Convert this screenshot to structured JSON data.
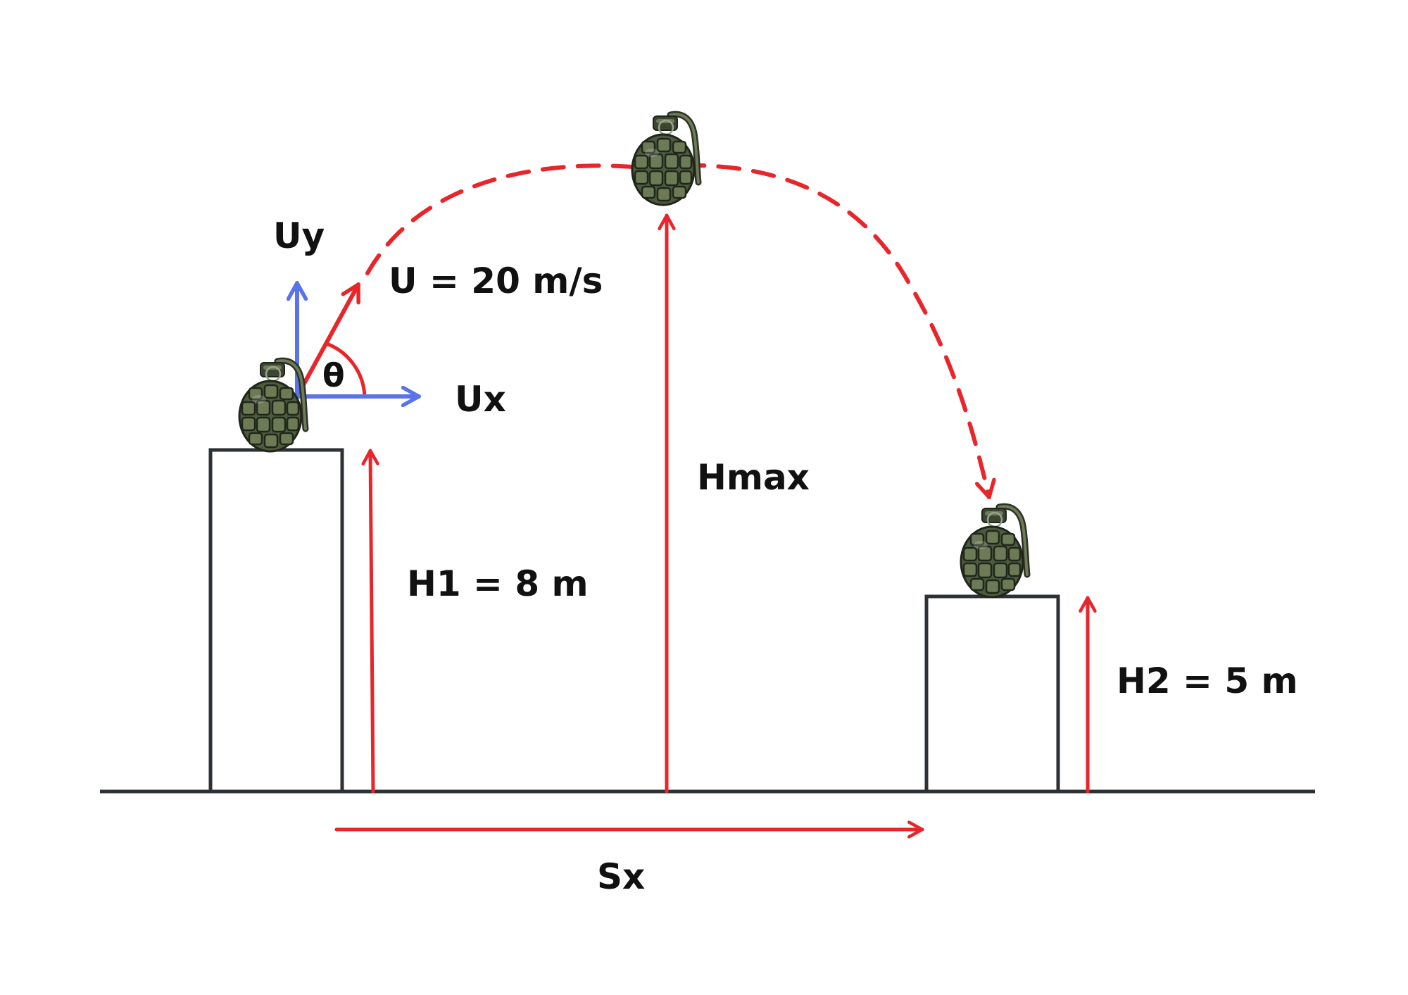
{
  "labels": {
    "uy": "Uy",
    "u": "U = 20 m/s",
    "theta": "θ",
    "ux": "Ux",
    "hmax": "Hmax",
    "h1": "H1 = 8 m",
    "h2": "H2 = 5 m",
    "sx": "Sx"
  },
  "values": {
    "initial_speed_m_s": 20,
    "h1_m": 8,
    "h2_m": 5
  },
  "icons": [
    "grenade-icon",
    "grenade-icon",
    "grenade-icon"
  ],
  "colors": {
    "trajectory": "#e8252a",
    "height_arrows": "#e8252a",
    "velocity_components": "#5a73e8",
    "structure": "#2d3034",
    "grenade_body": "#4e5a3f"
  }
}
